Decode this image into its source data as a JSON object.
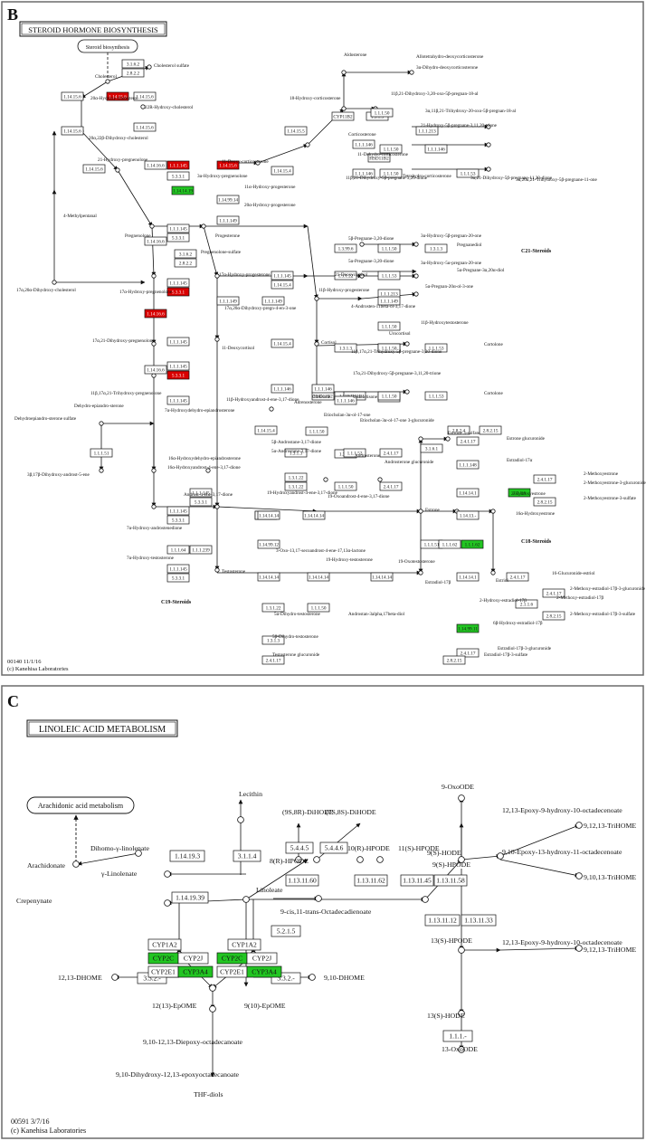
{
  "colors": {
    "ink": "#111111",
    "frame": "#6b6b6b",
    "box_fill": "#ffffff",
    "highlight_red": "#d90000",
    "highlight_green": "#22c522",
    "red_text": "#ffffff"
  },
  "panel_b": {
    "letter": "B",
    "title": "STEROID HORMONE BIOSYNTHESIS",
    "map_ref": "Steroid biosynthesis",
    "footer_line1": "00140 11/1/16",
    "footer_line2": "(c) Kanehisa Laboratories",
    "section_labels": [
      "C21-Steroids",
      "C19-Steroids",
      "C18-Steroids"
    ],
    "enzymes": [
      "3.1.6.2",
      "2.8.2.2",
      "1.14.15.6",
      "1.14.15.6",
      "1.14.15.6",
      "1.14.15.6",
      "1.14.15.6",
      "1.14.15.6",
      "1.14.16.6",
      "1.1.1.145",
      "5.3.3.1",
      "1.14.14.19",
      "1.14.99.14",
      "1.1.1.149",
      "1.14.15.4",
      "1.14.16.6",
      "1.1.1.145",
      "5.3.3.1",
      "3.1.6.2",
      "2.8.2.2",
      "1.14.16.6",
      "1.14.15.4",
      "1.1.1.145",
      "5.3.3.1",
      "1.1.1.149",
      "1.14.16.6",
      "1.1.1.145",
      "5.3.3.1",
      "1.14.15.4",
      "1.1.1.145",
      "1.1.1.146",
      "HSD11B2",
      "1.1.1.145",
      "1.14.15.6",
      "1.1.1.51",
      "1.1.1.145",
      "5.3.3.1",
      "1.1.1.145",
      "5.3.3.1",
      "1.1.1.64",
      "1.1.1.239",
      "1.1.1.145",
      "5.3.3.1",
      "1.14.14.14",
      "1.14.15.4",
      "1.1.1.146",
      "1.3.1.22",
      "1.3.1.3",
      "1.1.1.50",
      "1.3.1.3",
      "1.3.99.6",
      "1.1.1.50",
      "1.1.1.53",
      "1.3.1.22",
      "1.1.1.213",
      "1.1.1.149",
      "1.1.1.50",
      "1.1.1.213",
      "1.1.1.62",
      "1.3.1.3",
      "1.1.1.50",
      "1.1.1.53",
      "1.3.1.3",
      "1.1.1.50",
      "1.1.1.53",
      "1.1.1.146",
      "HSD11B1",
      "1.14.15.5",
      "CYP11B2",
      "1.3.1.3",
      "1.1.1.50",
      "1.1.1.146",
      "HSD11B2",
      "1.1.1.50",
      "1.1.1.146",
      "1.1.1.53",
      "1.1.1.213",
      "1.1.1.50",
      "1.1.1.146",
      "1.3.1.3",
      "1.1.1.52",
      "2.4.1.17",
      "1.3.1.22",
      "1.1.1.50",
      "2.4.1.17",
      "1.14.14.14",
      "1.14.14.14",
      "1.1.1.51",
      "1.1.1.62",
      "1.14.99.12",
      "1.14.14.14",
      "1.14.14.14",
      "1.14.14.14",
      "1.3.1.22",
      "1.1.1.50",
      "1.3.1.3",
      "2.4.1.17",
      "2.8.2.4",
      "2.8.2.15",
      "3.1.6.1",
      "2.4.1.17",
      "1.1.1.148",
      "1.14.14.1",
      "2.1.1.6",
      "2.4.1.17",
      "2.8.2.15",
      "1.14.13.-",
      "1.1.1.62",
      "1.14.14.1",
      "2.4.1.17",
      "2.1.1.6",
      "2.4.1.17",
      "2.8.2.15",
      "1.14.99.11",
      "2.4.1.17",
      "2.8.2.15",
      "1.1.1.149",
      "1.1.1.146",
      "1.1.1.145"
    ],
    "highlighted_red": [
      "1.14.16.6",
      "1.14.15.6",
      "1.14.16.6",
      "1.14.16.6",
      "1.14.16.6",
      "1.14.16.6"
    ],
    "highlighted_green": [
      "1.14.14.19",
      "1.14.14.1",
      "1.14.13.-",
      "1.14.14.1"
    ],
    "compounds": [
      "Cholesterol sulfate",
      "Cholesterol",
      "20α-Hydroxy-cholesterol",
      "22R-Hydroxy-cholesterol",
      "20α,22β-Dihydroxy-cholesterol",
      "21-Hydroxy-pregnenolone",
      "11-Deoxy-corticosterone",
      "3α-Hydroxy-pregnenolone",
      "11α-Hydroxy-progesterone",
      "20α-Hydroxy-progesterone",
      "4-Methylpentanal",
      "Pregnenolone",
      "Progesterone",
      "Pregnenolone-sulfate",
      "17α-Hydroxy-progesterone",
      "17α,20α-Dihydroxy-cholesterol",
      "17α-Hydroxy-pregnenolone",
      "17α,20α-Dihydroxy-pregn-4-en-3-one",
      "17α,21-Dihydroxy-pregnenolone",
      "11-Deoxycortisol",
      "11β,17α,21-Trihydroxy-pregnenolone",
      "Dehydroepiandro-sterone sulfate",
      "Dehydro-epiandro-sterone",
      "7α-Hydroxydehydro-epiandrosterone",
      "16α-Hydroxydehydro-epiandrosterone",
      "3β,17β-Dihydroxy-androst-5-ene",
      "16α-Hydroxyandrost-4-ene-3,17-dione",
      "Androst-4-ene-3,17-dione",
      "7α-Hydroxy-androstenedione",
      "7α-Hydroxy-testosterone",
      "Testosterone",
      "Aldosterone",
      "18-Hydroxy-corticosterone",
      "Corticosterone",
      "11β-Hydroxy-progesterone",
      "21-Deoxycortisol",
      "Cortisol",
      "Cortisone",
      "Allotetrahydro-deoxycorticosterone",
      "3α-Dihydro-deoxycorticosterone",
      "11β,21-Dihydroxy-3,20-oxo-5β-pregnan-18-al",
      "3α,11β,21-Trihydroxy-20-oxo-5β-pregnan-18-al",
      "21-Hydroxy-5β-pregnane-3,11,20-trione",
      "11-Dehydro-corticosterone",
      "11β,21-Dihydroxy-5β-pregnane-3,20-dione",
      "Tetrahydro-corticosterone",
      "3α,21-Dihydroxy-5β-pregnane-11,20-dione",
      "3α,20α,21-Trihydroxy-5β-pregnane-11-one",
      "5β-Pregnane-3,20-dione",
      "3α-Hydroxy-5β-pregnan-20-one",
      "Pregnanediol",
      "5α-Pregnane-3,20-dione",
      "3α-Hydroxy-5α-pregnan-20-one",
      "5α-Pregnan-20α-ol-3-one",
      "5α-Pregnane-3α,20α-diol",
      "4-Androsten-11beta-ol-3,17-dione",
      "11β-Hydroxytestosterone",
      "Urocortisol",
      "11β,17α,21-Trihydroxy-5β-pregnane-3,20-dione",
      "Cortolone",
      "17α,21-Dihydroxy-5β-pregnane-3,11,20-trione",
      "Urocortisone",
      "Cortolone",
      "11β-Hydroxyandrost-4-ene-3,17-dione",
      "Adrenosterone",
      "Etiocholan-3α-ol-17-one",
      "Etiocholan-3α-ol-17-one 3-glucuronide",
      "5β-Androstane-3,17-dione",
      "5α-Androstane-3,17-dione",
      "Androsterone",
      "Androsterone glucuronide",
      "19-Hydroxyandrost-4-ene-3,17-dione",
      "19-Oxoandrost-4-ene-3,17-dione",
      "3-Oxo-13,17-secoandrost-4-ene-17,13α-lactone",
      "19-Hydroxy-testosterone",
      "19-Oxotestosterone",
      "5α-Dihydro-testosterone",
      "Androstan-3alpha,17beta-diol",
      "5β-Dihydro-testosterone",
      "Testosterone glucuronide",
      "Estrone",
      "Estrone 3-sulfate",
      "Estrone glucuronide",
      "Estradiol-17α",
      "2-Hydroxyestrone",
      "2-Methoxyestrone",
      "2-Methoxyestrone-3-glucuronide",
      "2-Methoxyestrone-3-sulfate",
      "16α-Hydroxyestrone",
      "Estradiol-17β",
      "Estriol",
      "16-Glucuronide-estriol",
      "2-Hydroxy-estradiol-17β",
      "2-Methoxy-estradiol-17β",
      "2-Methoxy-estradiol-17β-3-glucuronide",
      "2-Methoxy-estradiol-17β-3-sulfate",
      "6β-Hydroxy-estradiol-17β",
      "Estradiol-17β-3-glucuronide",
      "Estradiol-17β-3-sulfate"
    ]
  },
  "panel_c": {
    "letter": "C",
    "title": "LINOLEIC ACID METABOLISM",
    "map_ref": "Arachidonic acid metabolism",
    "footer_line1": "00591 3/7/16",
    "footer_line2": "(c) Kanehisa Laboratories",
    "enzymes": [
      "1.14.19.3",
      "1.14.19.39",
      "3.1.1.4",
      "5.4.4.5",
      "5.4.4.6",
      "1.13.11.60",
      "1.13.11.62",
      "1.13.11.45",
      "1.13.11.58",
      "1.13.11.12",
      "1.13.11.33",
      "5.2.1.5",
      "3.3.2.-",
      "3.3.2.-",
      "1.1.1.-",
      "CYP1A2",
      "CYP2C",
      "CYP2J",
      "CYP2E1",
      "CYP3A4",
      "CYP1A2",
      "CYP2C",
      "CYP2J",
      "CYP2E1",
      "CYP3A4"
    ],
    "highlighted_green": [
      "CYP2C",
      "CYP3A4",
      "CYP2C",
      "CYP3A4"
    ],
    "compounds": [
      "Arachidonate",
      "Dihomo-γ-linolenate",
      "γ-Linolenate",
      "Crepenynate",
      "Lecithin",
      "Linoleate",
      "(9S,8R)-DiHODE",
      "(7S,8S)-DiHODE",
      "8(R)-HPODE",
      "10(R)-HPODE",
      "11(S)-HPODE",
      "9(S)-HPODE",
      "9-OxoODE",
      "9(S)-HODE",
      "12,13-Epoxy-9-hydroxy-10-octadecenoate",
      "9,12,13-TriHOME",
      "9,10-Epoxy-13-hydroxy-11-octadecenoate",
      "9,10,13-TriHOME",
      "9-cis,11-trans-Octadecadienoate",
      "13(S)-HPODE",
      "12,13-Epoxy-9-hydroxy-10-octadecenoate",
      "9,12,13-TriHOME",
      "13(S)-HODE",
      "13-OxoODE",
      "12,13-DHOME",
      "12(13)-EpOME",
      "9(10)-EpOME",
      "9,10-DHOME",
      "9,10-12,13-Diepoxy-octadecanoate",
      "9,10-Dihydroxy-12,13-epoxyoctadecanoate",
      "THF-diols"
    ]
  }
}
